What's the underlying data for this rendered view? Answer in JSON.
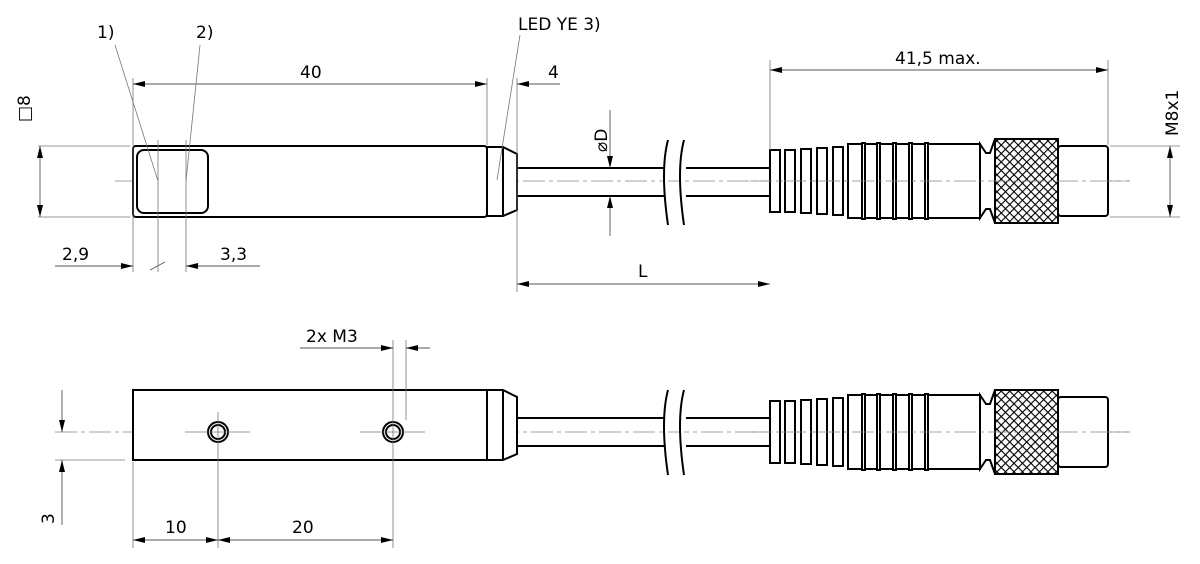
{
  "labels": {
    "ref1": "1)",
    "ref2": "2)",
    "led": "LED YE 3)",
    "length_body": "40",
    "length_cap": "4",
    "square": "□8",
    "offset1": "2,9",
    "offset2": "3,3",
    "cable_diameter": "⌀D",
    "cable_length": "L",
    "connector_length": "41,5 max.",
    "thread": "M8x1",
    "screws": "2x M3",
    "hole_offset": "3",
    "hole_pos1": "10",
    "hole_spacing": "20"
  }
}
